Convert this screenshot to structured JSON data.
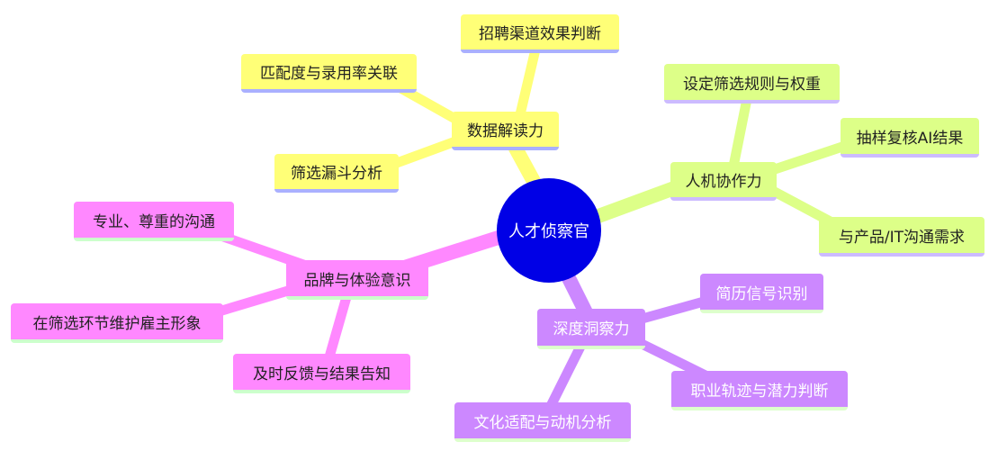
{
  "center": {
    "label": "人才侦察官",
    "color": "#0000e6"
  },
  "branches": [
    {
      "label": "数据解读力",
      "color": "#ffff77",
      "children": [
        "招聘渠道效果判断",
        "匹配度与录用率关联",
        "筛选漏斗分析"
      ]
    },
    {
      "label": "人机协作力",
      "color": "#ddff88",
      "children": [
        "设定筛选规则与权重",
        "抽样复核AI结果",
        "与产品/IT沟通需求"
      ]
    },
    {
      "label": "品牌与体验意识",
      "color": "#ff88ff",
      "children": [
        "专业、尊重的沟通",
        "在筛选环节维护雇主形象",
        "及时反馈与结果告知"
      ]
    },
    {
      "label": "深度洞察力",
      "color": "#cc88ff",
      "children": [
        "简历信号识别",
        "职业轨迹与潜力判断",
        "文化适配与动机分析"
      ]
    }
  ]
}
